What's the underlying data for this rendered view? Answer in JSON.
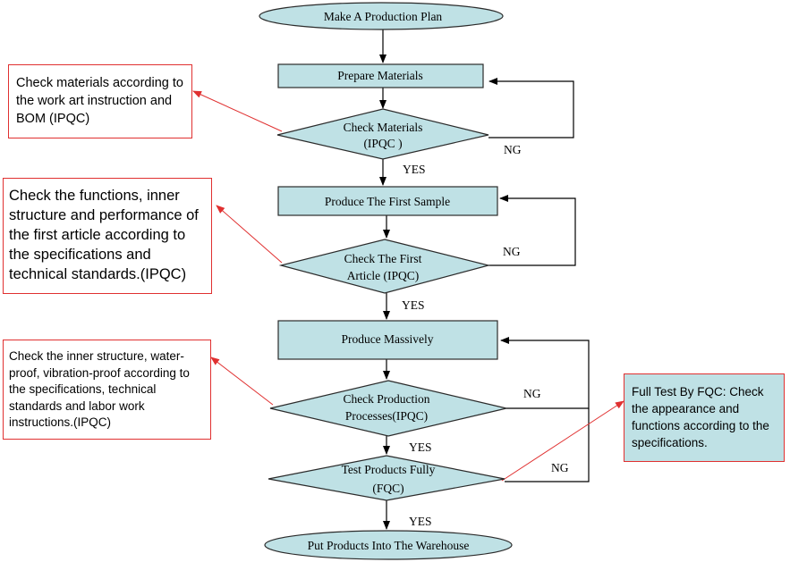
{
  "flow": {
    "start": "Make A Production Plan",
    "prepare": "Prepare Materials",
    "check_materials": [
      "Check Materials",
      "(IPQC )"
    ],
    "first_sample": "Produce The First Sample",
    "check_first": [
      "Check The First",
      "Article (IPQC)"
    ],
    "mass": "Produce Massively",
    "check_process": [
      "Check Production",
      "Processes(IPQC)"
    ],
    "test_full": [
      "Test Products Fully",
      "(FQC)"
    ],
    "end": "Put Products Into The Warehouse"
  },
  "labels": {
    "yes": "YES",
    "ng": "NG"
  },
  "notes": {
    "materials": "Check materials according to the work art instruction and BOM (IPQC)",
    "first_article": "Check the functions, inner structure and performance of the first article according to the specifications and technical standards.(IPQC)",
    "production": "Check the inner structure, water-proof, vibration-proof according to the specifications, technical standards and labor work instructions.(IPQC)",
    "fqc": "Full Test By FQC: Check the appearance and functions according to the specifications."
  },
  "colors": {
    "node_fill": "#bfe1e5",
    "node_stroke": "#2b2b2b",
    "note_border": "#e03030",
    "annotation_line": "#e03030"
  }
}
